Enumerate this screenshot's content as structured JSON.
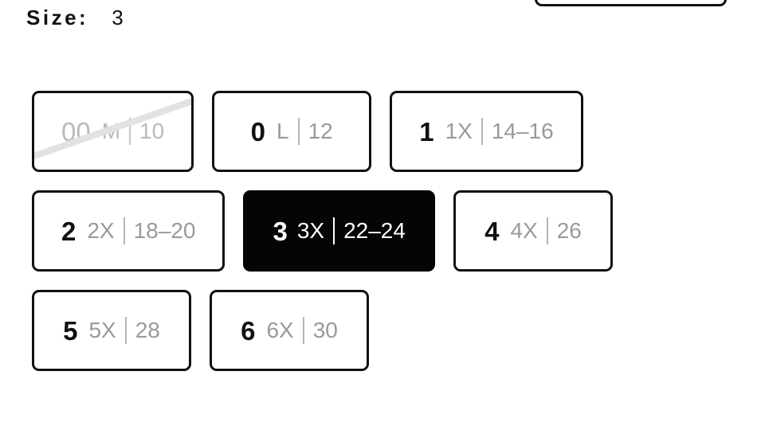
{
  "header": {
    "label": "Size:",
    "selected_value": "3"
  },
  "partial_row": {
    "present": true,
    "note": "cut-off option chip from previous row at top-right"
  },
  "colors": {
    "text": "#111111",
    "muted": "#9a9a9a",
    "disabled": "#b9b9b9",
    "border": "#111111",
    "selected_bg": "#050505",
    "selected_text": "#ffffff",
    "strike": "#e2e2e2",
    "background": "#ffffff"
  },
  "options": [
    {
      "primary": "00",
      "alpha": "M",
      "numeric": "10",
      "state": "disabled"
    },
    {
      "primary": "0",
      "alpha": "L",
      "numeric": "12",
      "state": "available"
    },
    {
      "primary": "1",
      "alpha": "1X",
      "numeric": "14–16",
      "state": "available"
    },
    {
      "primary": "2",
      "alpha": "2X",
      "numeric": "18–20",
      "state": "available"
    },
    {
      "primary": "3",
      "alpha": "3X",
      "numeric": "22–24",
      "state": "selected"
    },
    {
      "primary": "4",
      "alpha": "4X",
      "numeric": "26",
      "state": "available"
    },
    {
      "primary": "5",
      "alpha": "5X",
      "numeric": "28",
      "state": "available"
    },
    {
      "primary": "6",
      "alpha": "6X",
      "numeric": "30",
      "state": "available"
    }
  ]
}
